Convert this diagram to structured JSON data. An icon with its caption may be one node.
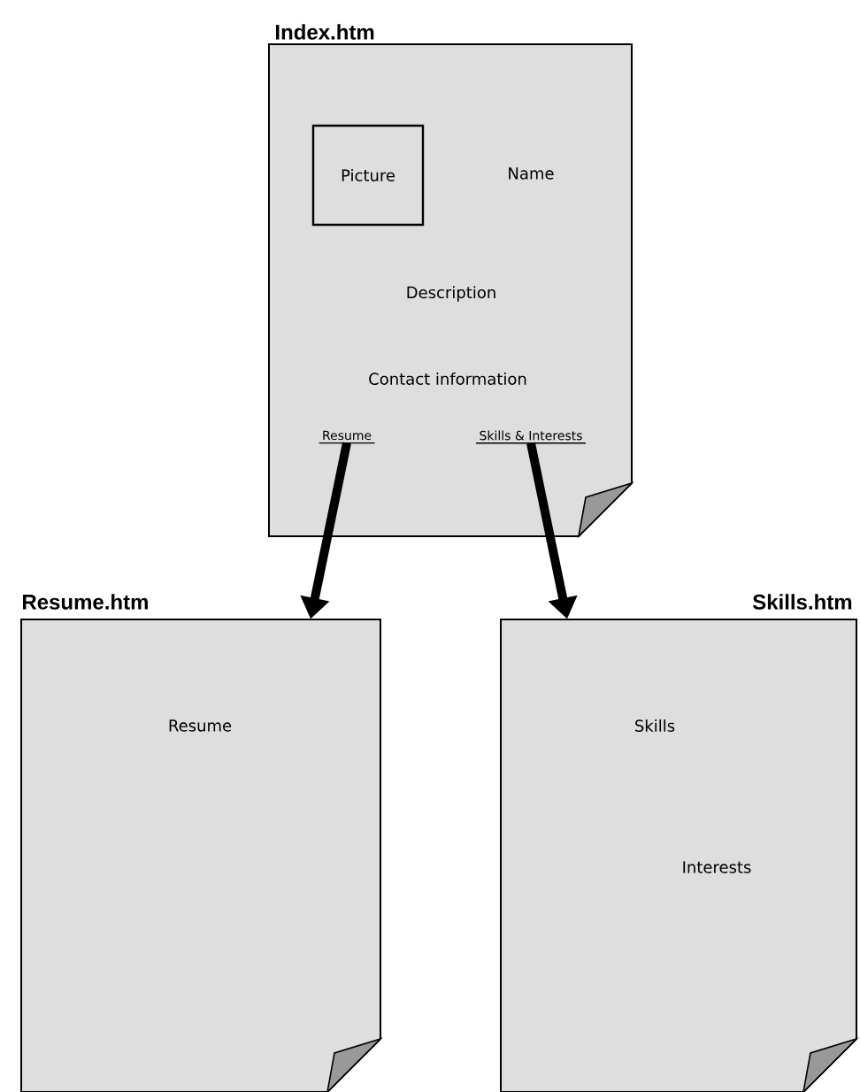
{
  "diagram": {
    "nodes": [
      {
        "text": [
          "Index.htm",
          "Name",
          "Description",
          "Contact information"
        ]
      },
      {
        "text": [
          "Picture"
        ],
        "in": 0
      },
      {
        "text": [
          "Resume"
        ],
        "in": 0
      },
      {
        "text": [
          "Skills & Interests"
        ],
        "in": 0
      },
      {
        "text": [
          "Resume.htm",
          "Resume"
        ]
      },
      {
        "text": [
          "Skills.htm",
          "Skills",
          "Interests"
        ]
      }
    ],
    "edges": [
      {
        "from": 2,
        "to": 4,
        "arrow": "to"
      },
      {
        "from": 3,
        "to": 5,
        "arrow": "to"
      }
    ]
  }
}
